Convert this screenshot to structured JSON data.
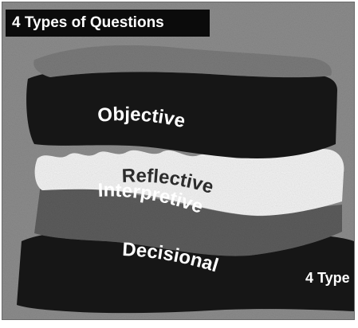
{
  "title": "4 Types of Questions",
  "layers": {
    "objective": "Objective",
    "reflective": "Reflective",
    "interpretive": "Interpretive",
    "decisional": "Decisional"
  },
  "side_label": "4 Type",
  "colors": {
    "dark_layer": "#161616",
    "mid_layer": "#5c5c5c",
    "light_layer": "#f2f2f2",
    "background": "#8a8a8a",
    "text_on_dark": "#ffffff",
    "text_on_light": "#2c2c2c"
  }
}
